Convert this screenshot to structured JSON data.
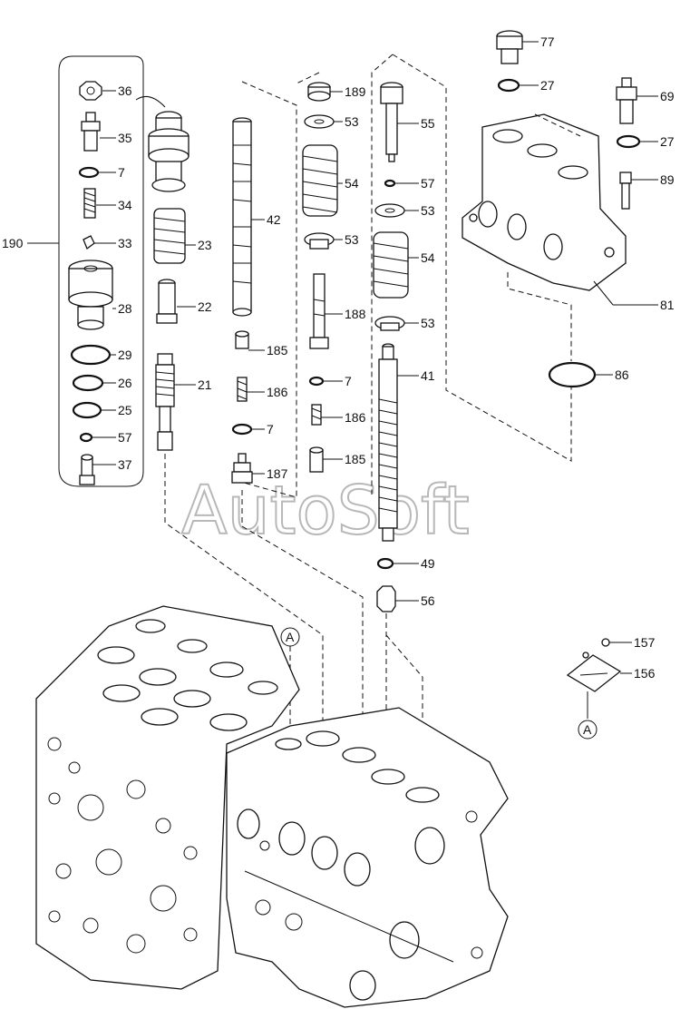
{
  "watermark": "AutoSoft",
  "labels": {
    "p36": "36",
    "p35": "35",
    "p7a": "7",
    "p34": "34",
    "p33": "33",
    "p190": "190",
    "p28": "28",
    "p29": "29",
    "p26": "26",
    "p25": "25",
    "p57a": "57",
    "p37": "37",
    "p23": "23",
    "p22": "22",
    "p21": "21",
    "p42": "42",
    "p185a": "185",
    "p186a": "186",
    "p7b": "7",
    "p187": "187",
    "p189": "189",
    "p53a": "53",
    "p54a": "54",
    "p53b": "53",
    "p188": "188",
    "p7c": "7",
    "p186b": "186",
    "p185b": "185",
    "p55": "55",
    "p57b": "57",
    "p53c": "53",
    "p54b": "54",
    "p53d": "53",
    "p41": "41",
    "p49": "49",
    "p56": "56",
    "p77": "77",
    "p27a": "27",
    "p69": "69",
    "p27b": "27",
    "p89": "89",
    "p81": "81",
    "p86": "86",
    "p157": "157",
    "p156": "156",
    "refA1": "A",
    "refA2": "A"
  }
}
